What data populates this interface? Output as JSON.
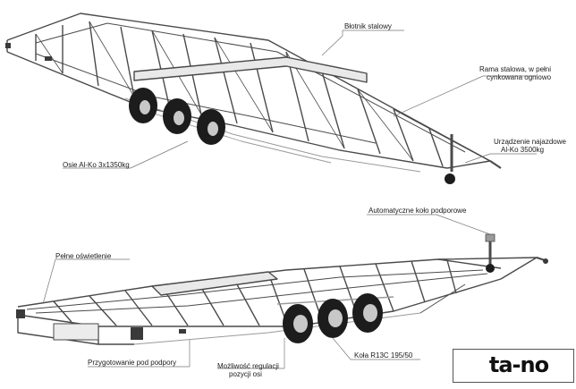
{
  "labels": {
    "blotnik": "Błotnik stalowy",
    "rama_line1": "Rama stalowa, w pełni",
    "rama_line2": "cynkowana ogniowo",
    "urzadzenie_line1": "Urządzenie najazdowe",
    "urzadzenie_line2": "Al-Ko 3500kg",
    "osie": "Osie Al-Ko 3x1350kg",
    "kolo_podporowe": "Automatyczne koło podporowe",
    "oswietlenie": "Pełne oświetlenie",
    "podpory": "Przygotowanie pod podpory",
    "regulacja_line1": "Możliwość regulacji",
    "regulacja_line2": "pozycji osi",
    "kola": "Koła R13C 195/50"
  },
  "logo": {
    "text": "ta-no"
  },
  "colors": {
    "frame": "#4a4a4a",
    "frame_light": "#9a9a9a",
    "tire": "#1c1c1c",
    "rim": "#c8c8c8",
    "lamp": "#3a3a3a",
    "leader": "#777777"
  }
}
